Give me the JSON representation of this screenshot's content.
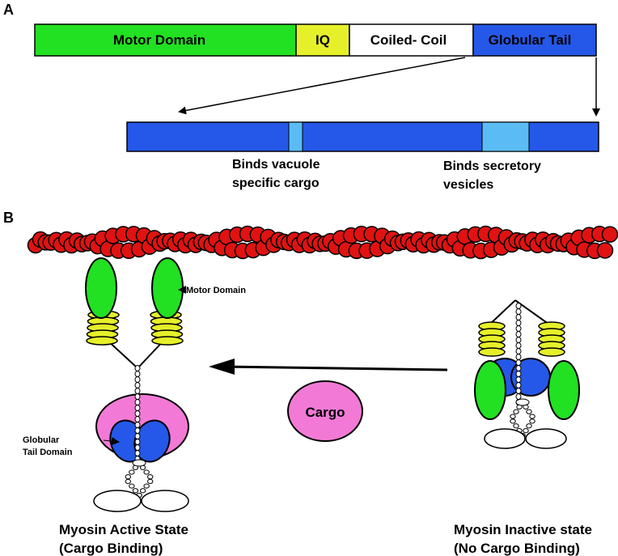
{
  "panel_a": {
    "label": "A",
    "domain_bar": {
      "motor": "Motor Domain",
      "iq": "IQ",
      "coiled": "Coiled- Coil",
      "tail": "Globular Tail"
    },
    "tail_sites": {
      "vacuole_line1": "Binds vacuole",
      "vacuole_line2": "specific cargo",
      "secretory_line1": "Binds secretory",
      "secretory_line2": "vesicles"
    }
  },
  "panel_b": {
    "label": "B",
    "motor_label": "Motor Domain",
    "tail_label_line1": "Globular",
    "tail_label_line2": "Tail Domain",
    "cargo_label": "Cargo",
    "active_line1": "Myosin Active State",
    "active_line2": "(Cargo Binding)",
    "inactive_line1": "Myosin Inactive state",
    "inactive_line2": "(No Cargo Binding)"
  },
  "colors": {
    "motor": "#22e022",
    "iq": "#e6f02a",
    "coiled": "#ffffff",
    "tail": "#2558e8",
    "tail_site": "#5bbcf5",
    "actin": "#e01212",
    "cargo": "#f27ad6",
    "outline": "#000000"
  }
}
